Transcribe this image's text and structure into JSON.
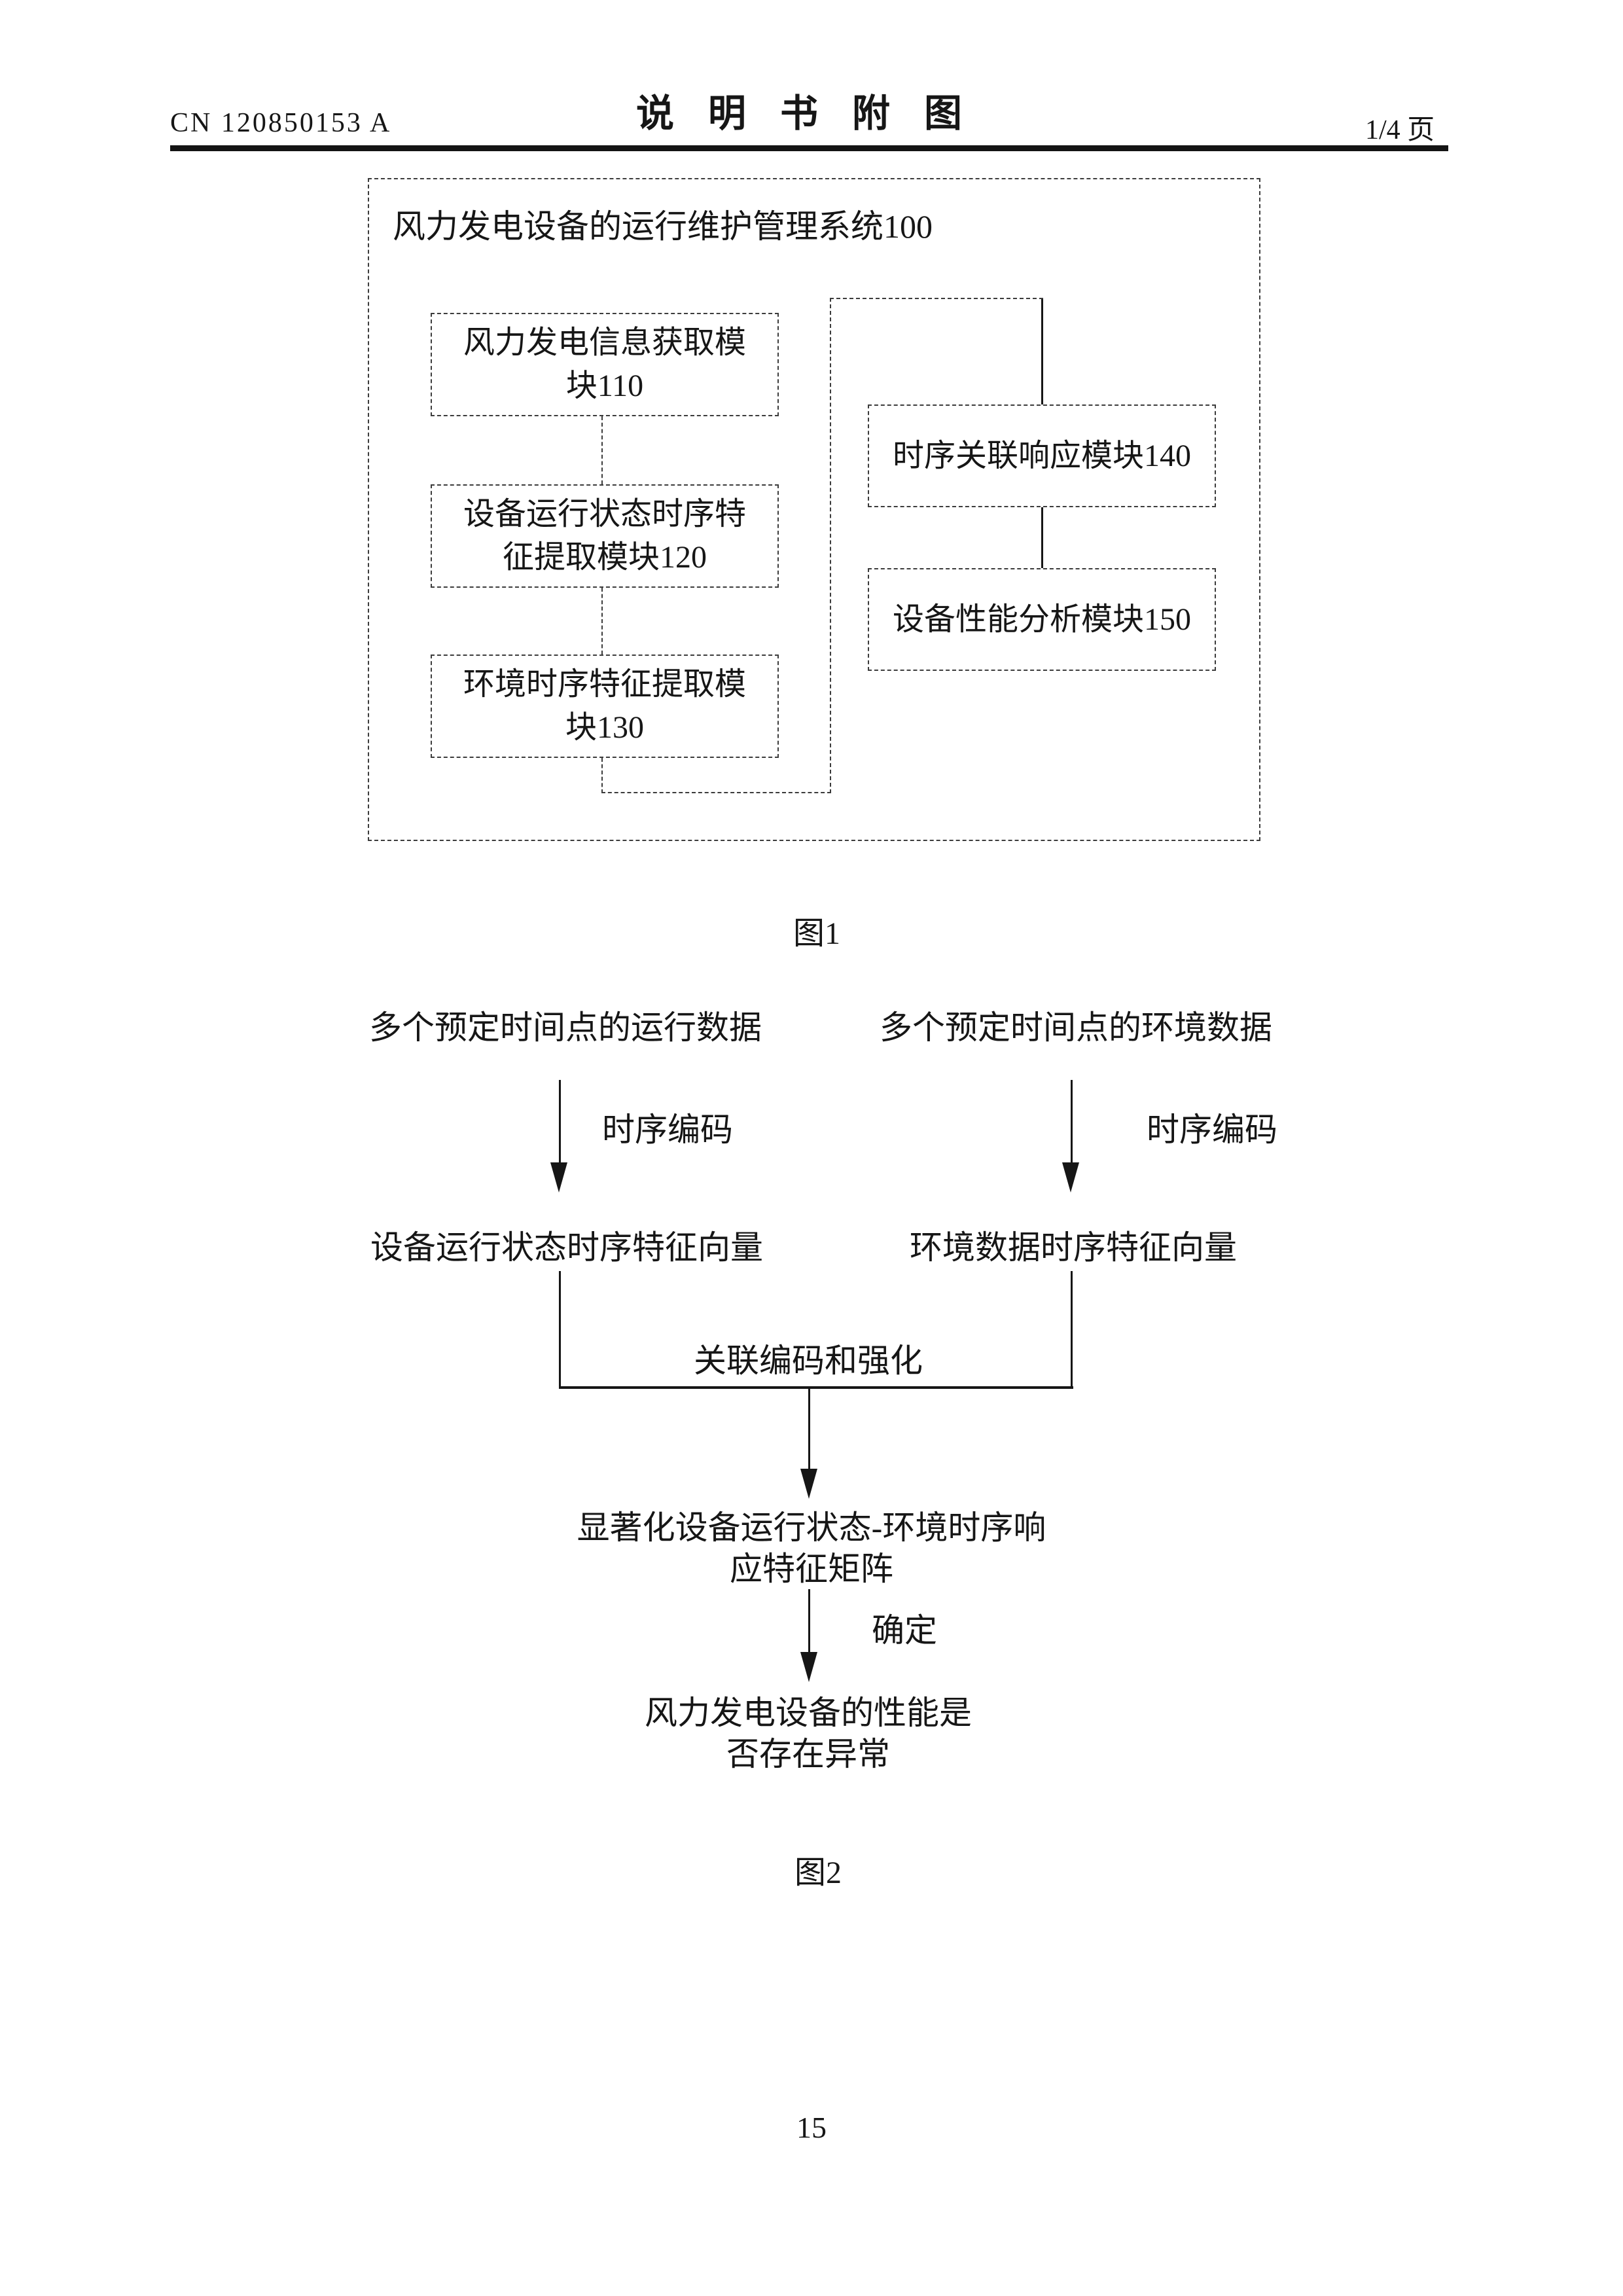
{
  "header": {
    "doc_number": "CN 120850153 A",
    "title": "说明书附图",
    "page_indicator": "1/4 页"
  },
  "figure1": {
    "caption": "图1",
    "system_title": "风力发电设备的运行维护管理系统100",
    "box110": {
      "line1": "风力发电信息获取模",
      "line2": "块110"
    },
    "box120": {
      "line1": "设备运行状态时序特",
      "line2": "征提取模块120"
    },
    "box130": {
      "line1": "环境时序特征提取模",
      "line2": "块130"
    },
    "box140": {
      "label": "时序关联响应模块140"
    },
    "box150": {
      "label": "设备性能分析模块150"
    }
  },
  "figure2": {
    "caption": "图2",
    "operating_data": "多个预定时间点的运行数据",
    "environment_data": "多个预定时间点的环境数据",
    "timing_encode_left": "时序编码",
    "timing_encode_right": "时序编码",
    "operating_vector": "设备运行状态时序特征向量",
    "environment_vector": "环境数据时序特征向量",
    "association_label": "关联编码和强化",
    "matrix_line1": "显著化设备运行状态-环境时序响",
    "matrix_line2": "应特征矩阵",
    "determine_label": "确定",
    "result_line1": "风力发电设备的性能是",
    "result_line2": "否存在异常"
  },
  "footer": {
    "page_number": "15"
  }
}
